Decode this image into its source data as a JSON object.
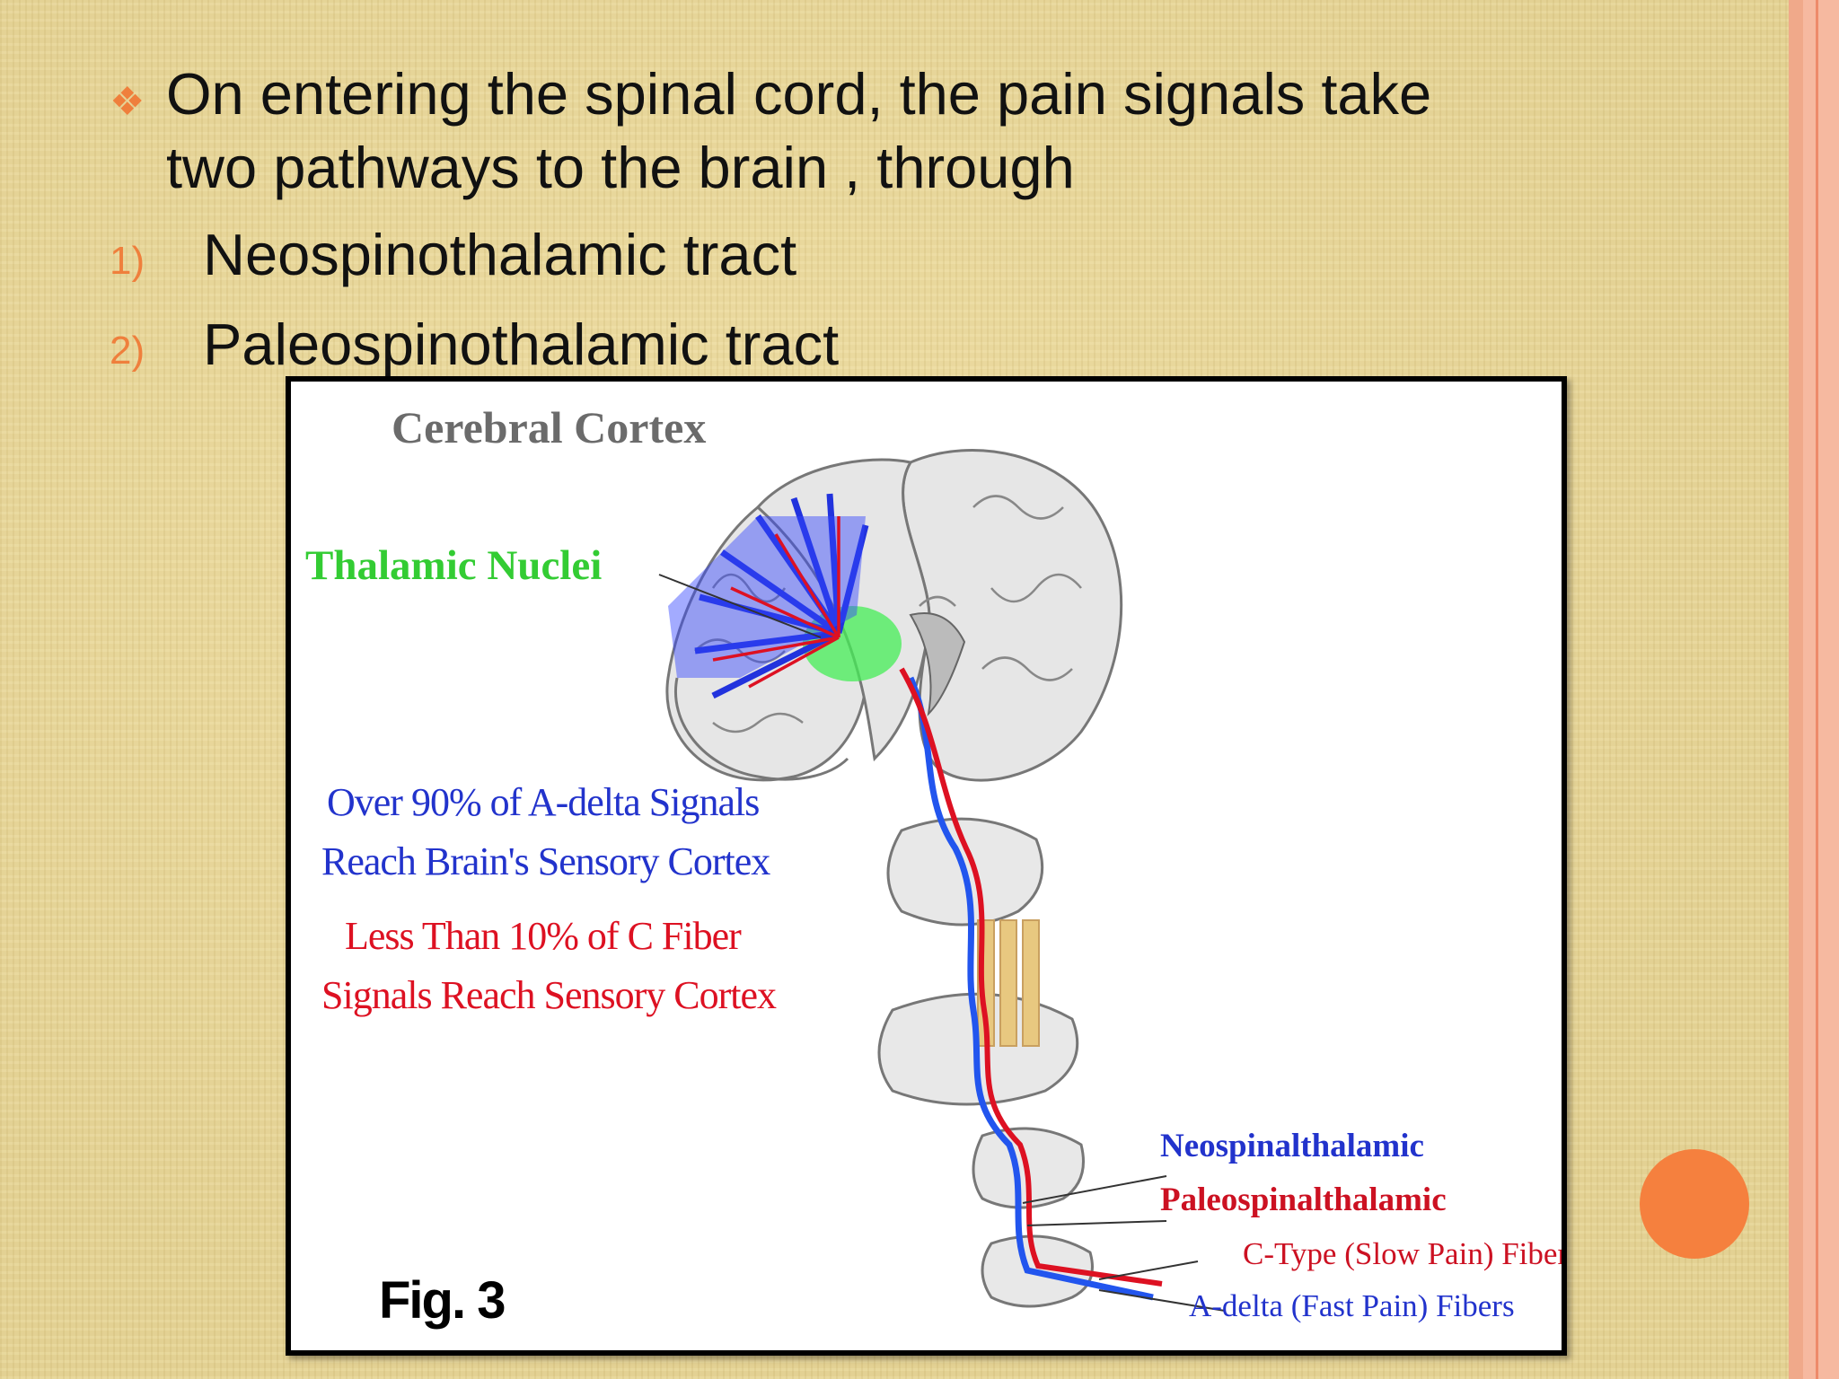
{
  "slide": {
    "bullet": {
      "icon": "diamond-bullet-icon",
      "line1": "On entering the spinal cord, the pain signals take",
      "line2": "two pathways to the brain , through"
    },
    "list": [
      {
        "number": "1)",
        "text": "Neospinothalamic tract"
      },
      {
        "number": "2)",
        "text": "Paleospinothalamic tract"
      }
    ],
    "accent_color": "#f5803e"
  },
  "figure": {
    "cortex_label": "Cerebral Cortex",
    "thalamic_label": "Thalamic Nuclei",
    "adelta_line1": "Over 90% of A-delta Signals",
    "adelta_line2": "Reach Brain's Sensory Cortex",
    "cfiber_line1": "Less Than 10% of C Fiber",
    "cfiber_line2": "Signals Reach Sensory Cortex",
    "neo_label": "Neospinalthalamic",
    "paleo_label": "Paleospinalthalamic",
    "ctype_label": "C-Type (Slow Pain) Fibers",
    "adelta_fibers_label": "A-delta (Fast Pain) Fibers",
    "fig_label": "Fig. 3",
    "colors": {
      "blue_tract": "#2233dd",
      "red_tract": "#dd1122",
      "thalamus": "#33dd44"
    }
  }
}
